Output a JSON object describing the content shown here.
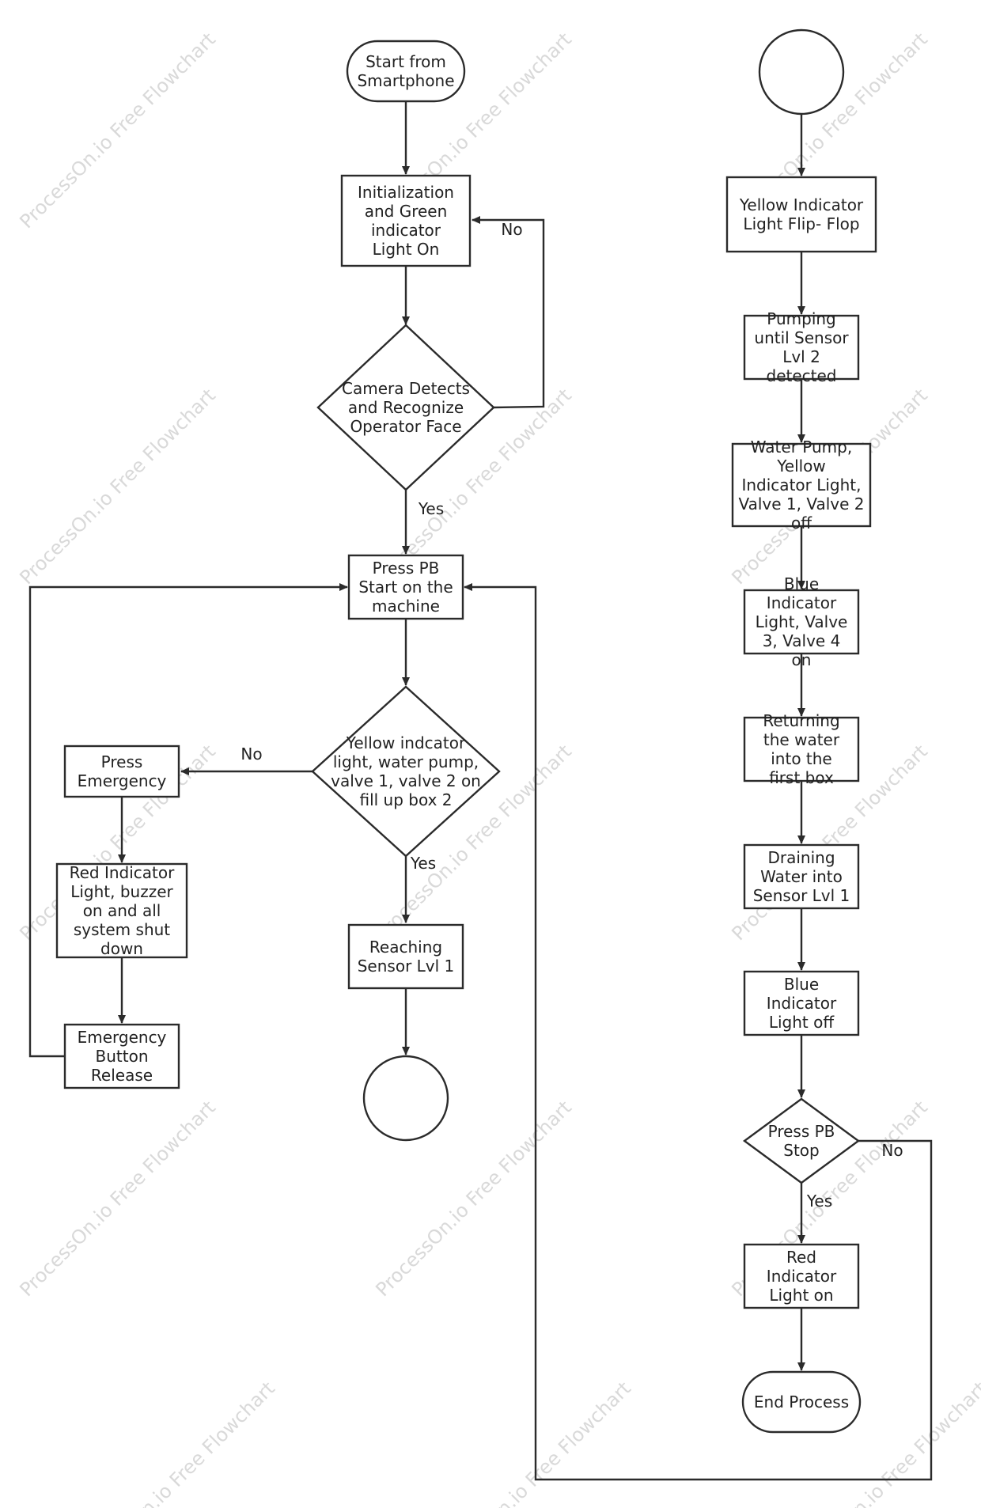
{
  "watermark_text": "ProcessOn.io Free Flowchart",
  "colors": {
    "stroke": "#2b2b2b",
    "text": "#222222",
    "watermark": "#d9d9d9",
    "background": "#ffffff"
  },
  "nodes": [
    {
      "id": "start",
      "shape": "terminal",
      "lines": [
        "Start from",
        "Smartphone"
      ]
    },
    {
      "id": "init",
      "shape": "process",
      "lines": [
        "Initialization",
        "and Green",
        "indicator",
        "Light On"
      ]
    },
    {
      "id": "camera",
      "shape": "decision",
      "lines": [
        "Camera Detects",
        "and Recognize",
        "Operator Face"
      ]
    },
    {
      "id": "pb-start",
      "shape": "process",
      "lines": [
        "Press PB",
        "Start on the",
        "machine"
      ]
    },
    {
      "id": "fill",
      "shape": "decision",
      "lines": [
        "Yellow indcator",
        "light, water pump,",
        "valve 1, valve 2 on",
        "fill up box 2"
      ]
    },
    {
      "id": "press-emergency",
      "shape": "process",
      "lines": [
        "Press",
        "Emergency"
      ]
    },
    {
      "id": "red-shutdown",
      "shape": "process",
      "lines": [
        "Red Indicator",
        "Light, buzzer",
        "on and all",
        "system shut",
        "down"
      ]
    },
    {
      "id": "emergency-release",
      "shape": "process",
      "lines": [
        "Emergency",
        "Button",
        "Release"
      ]
    },
    {
      "id": "reach-lvl1",
      "shape": "process",
      "lines": [
        "Reaching",
        "Sensor Lvl 1"
      ]
    },
    {
      "id": "connector-out",
      "shape": "connector",
      "lines": []
    },
    {
      "id": "connector-in",
      "shape": "connector",
      "lines": []
    },
    {
      "id": "yellow-flip",
      "shape": "process",
      "lines": [
        "Yellow Indicator",
        "Light Flip- Flop"
      ]
    },
    {
      "id": "pumping",
      "shape": "process",
      "lines": [
        "Pumping",
        "until Sensor",
        "Lvl 2",
        "detected"
      ]
    },
    {
      "id": "pump-off",
      "shape": "process",
      "lines": [
        "Water Pump,",
        "Yellow",
        "Indicator Light,",
        "Valve 1, Valve 2",
        "off"
      ]
    },
    {
      "id": "blue-on",
      "shape": "process",
      "lines": [
        "Blue",
        "Indicator",
        "Light, Valve",
        "3, Valve 4",
        "on"
      ]
    },
    {
      "id": "returning",
      "shape": "process",
      "lines": [
        "Returning",
        "the water",
        "into the",
        "first box"
      ]
    },
    {
      "id": "draining",
      "shape": "process",
      "lines": [
        "Draining",
        "Water into",
        "Sensor Lvl 1"
      ]
    },
    {
      "id": "blue-off",
      "shape": "process",
      "lines": [
        "Blue",
        "Indicator",
        "Light off"
      ]
    },
    {
      "id": "pb-stop",
      "shape": "decision",
      "lines": [
        "Press PB",
        "Stop"
      ]
    },
    {
      "id": "red-on",
      "shape": "process",
      "lines": [
        "Red",
        "Indicator",
        "Light on"
      ]
    },
    {
      "id": "end",
      "shape": "terminal",
      "lines": [
        "End Process"
      ]
    }
  ],
  "edges": [
    {
      "id": "start-init",
      "from": "start",
      "to": "init",
      "label": ""
    },
    {
      "id": "init-camera",
      "from": "init",
      "to": "camera",
      "label": ""
    },
    {
      "id": "camera-init-no",
      "from": "camera",
      "to": "init",
      "label": "No"
    },
    {
      "id": "camera-pbstart-yes",
      "from": "camera",
      "to": "pb-start",
      "label": "Yes"
    },
    {
      "id": "pbstart-fill",
      "from": "pb-start",
      "to": "fill",
      "label": ""
    },
    {
      "id": "fill-emergency-no",
      "from": "fill",
      "to": "press-emergency",
      "label": "No"
    },
    {
      "id": "fill-lvl1-yes",
      "from": "fill",
      "to": "reach-lvl1",
      "label": "Yes"
    },
    {
      "id": "emergency-red",
      "from": "press-emergency",
      "to": "red-shutdown",
      "label": ""
    },
    {
      "id": "red-release",
      "from": "red-shutdown",
      "to": "emergency-release",
      "label": ""
    },
    {
      "id": "release-pbstart",
      "from": "emergency-release",
      "to": "pb-start",
      "label": ""
    },
    {
      "id": "lvl1-connector",
      "from": "reach-lvl1",
      "to": "connector-out",
      "label": ""
    },
    {
      "id": "connector-yellow",
      "from": "connector-in",
      "to": "yellow-flip",
      "label": ""
    },
    {
      "id": "yellow-pumping",
      "from": "yellow-flip",
      "to": "pumping",
      "label": ""
    },
    {
      "id": "pumping-pumpoff",
      "from": "pumping",
      "to": "pump-off",
      "label": ""
    },
    {
      "id": "pumpoff-blueon",
      "from": "pump-off",
      "to": "blue-on",
      "label": ""
    },
    {
      "id": "blueon-returning",
      "from": "blue-on",
      "to": "returning",
      "label": ""
    },
    {
      "id": "returning-draining",
      "from": "returning",
      "to": "draining",
      "label": ""
    },
    {
      "id": "draining-blueoff",
      "from": "draining",
      "to": "blue-off",
      "label": ""
    },
    {
      "id": "blueoff-stop",
      "from": "blue-off",
      "to": "pb-stop",
      "label": ""
    },
    {
      "id": "stop-redon-yes",
      "from": "pb-stop",
      "to": "red-on",
      "label": "Yes"
    },
    {
      "id": "stop-pbstart-no",
      "from": "pb-stop",
      "to": "pb-start",
      "label": "No"
    },
    {
      "id": "redon-end",
      "from": "red-on",
      "to": "end",
      "label": ""
    }
  ]
}
